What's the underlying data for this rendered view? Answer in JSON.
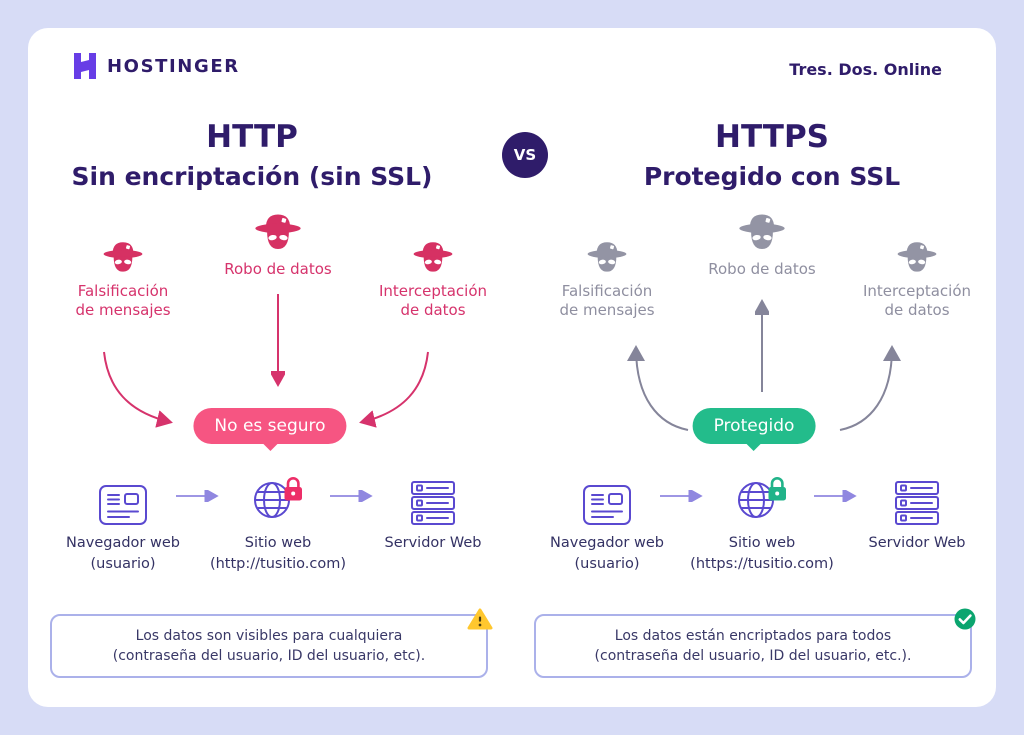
{
  "header": {
    "brand": "HOSTINGER",
    "tagline": "Tres. Dos. Online"
  },
  "vs_label": "VS",
  "left": {
    "title": "HTTP",
    "subtitle": "Sin encriptación (sin SSL)",
    "threats": [
      {
        "line1": "Falsificación",
        "line2": "de mensajes"
      },
      {
        "line1": "Robo de datos",
        "line2": ""
      },
      {
        "line1": "Interceptación",
        "line2": "de datos"
      }
    ],
    "badge": "No es seguro",
    "flow": [
      {
        "line1": "Navegador web",
        "line2": "(usuario)"
      },
      {
        "line1": "Sitio web",
        "line2": "(http://tusitio.com)"
      },
      {
        "line1": "Servidor Web",
        "line2": ""
      }
    ],
    "note_line1": "Los datos son visibles para cualquiera",
    "note_line2": "(contraseña del usuario, ID del usuario, etc)."
  },
  "right": {
    "title": "HTTPS",
    "subtitle": "Protegido con SSL",
    "threats": [
      {
        "line1": "Falsificación",
        "line2": "de mensajes"
      },
      {
        "line1": "Robo de datos",
        "line2": ""
      },
      {
        "line1": "Interceptación",
        "line2": "de datos"
      }
    ],
    "badge": "Protegido",
    "flow": [
      {
        "line1": "Navegador web",
        "line2": "(usuario)"
      },
      {
        "line1": "Sitio web",
        "line2": "(https://tusitio.com)"
      },
      {
        "line1": "Servidor Web",
        "line2": ""
      }
    ],
    "note_line1": "Los datos están encriptados para todos",
    "note_line2": "(contraseña del usuario, ID del usuario, etc.)."
  },
  "icons": {
    "logo": "hostinger-h-icon",
    "threat": "spy-hat-icon",
    "browser": "browser-window-icon",
    "website": "globe-lock-icon",
    "server": "server-icon",
    "left_note": "warning-triangle-icon",
    "right_note": "check-circle-icon"
  },
  "colors": {
    "background": "#d7dcf6",
    "card": "#ffffff",
    "brand_purple": "#673de6",
    "heading": "#2f1c6a",
    "danger": "#d63163",
    "danger_badge": "#f65582",
    "success_badge": "#23bc8b",
    "gray": "#9394a4",
    "icon_purple": "#5a49d0",
    "flow_arrow": "#9087e0",
    "note_border": "#abb1ea",
    "warning_yellow": "#ffc72e",
    "check_green": "#0ba56f"
  }
}
